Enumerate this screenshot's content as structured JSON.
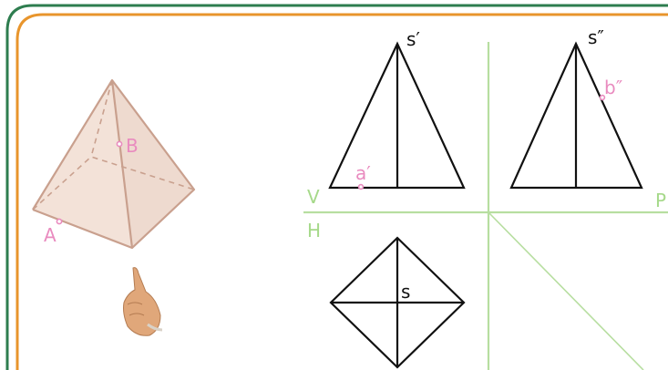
{
  "labels": {
    "pyramid_point_a": "A",
    "pyramid_point_b": "B",
    "front_apex": "s′",
    "front_point": "a′",
    "side_apex": "s″",
    "side_point": "b″",
    "top_apex": "s",
    "plane_v": "V",
    "plane_h": "H",
    "plane_w": "P"
  },
  "colors": {
    "outer_frame": "#2e7d4f",
    "inner_frame": "#e8952c",
    "projection_axes": "#b7dea0",
    "points": "#e98bbf",
    "drawing_lines": "#111111",
    "pyramid_edges": "#c9a08e",
    "pyramid_fill": "#f3e2d8"
  },
  "icons": {
    "pointer": "pointing-hand-icon"
  }
}
